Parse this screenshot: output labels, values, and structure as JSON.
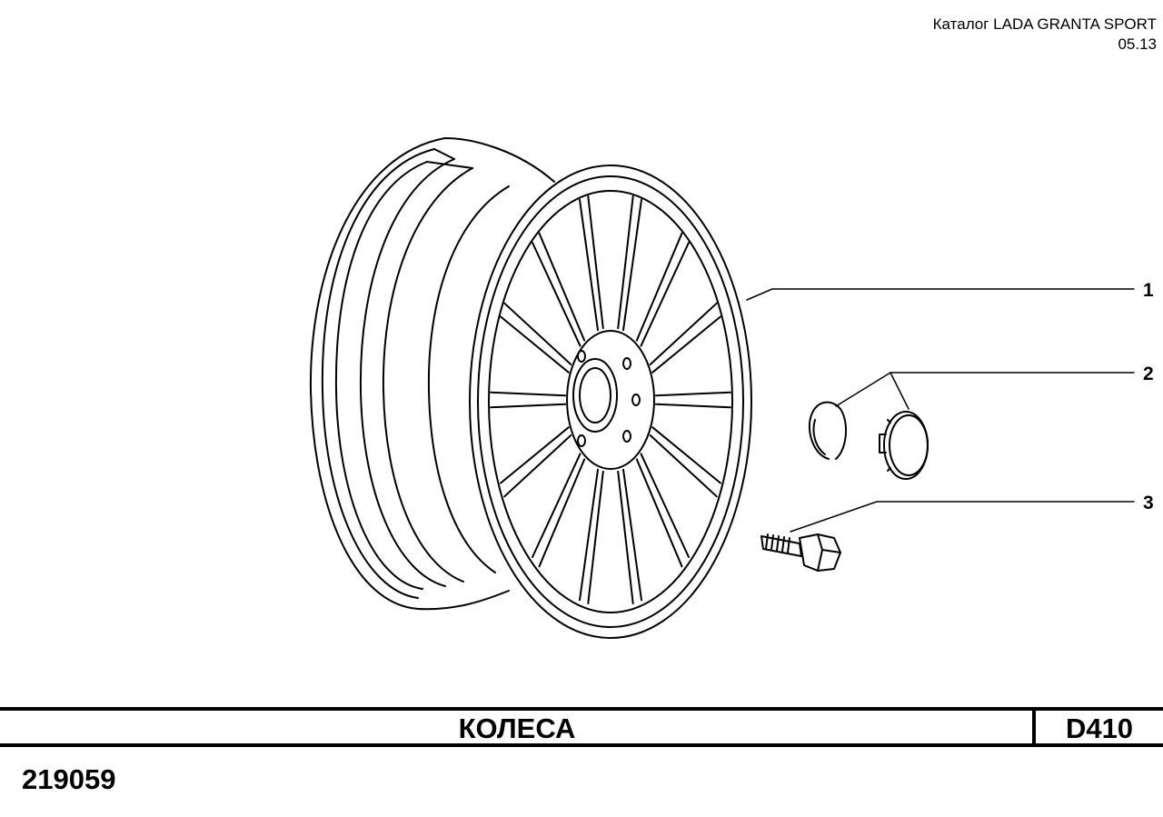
{
  "header": {
    "catalog_title": "Каталог LADA GRANTA SPORT",
    "edition": "05.13"
  },
  "callouts": [
    {
      "number": "1",
      "part": "wheel-rim"
    },
    {
      "number": "2",
      "part": "hub-cap-and-ring"
    },
    {
      "number": "3",
      "part": "wheel-bolt"
    }
  ],
  "title_block": {
    "section_title": "КОЛЕСА",
    "section_code": "D410"
  },
  "document_number": "219059"
}
